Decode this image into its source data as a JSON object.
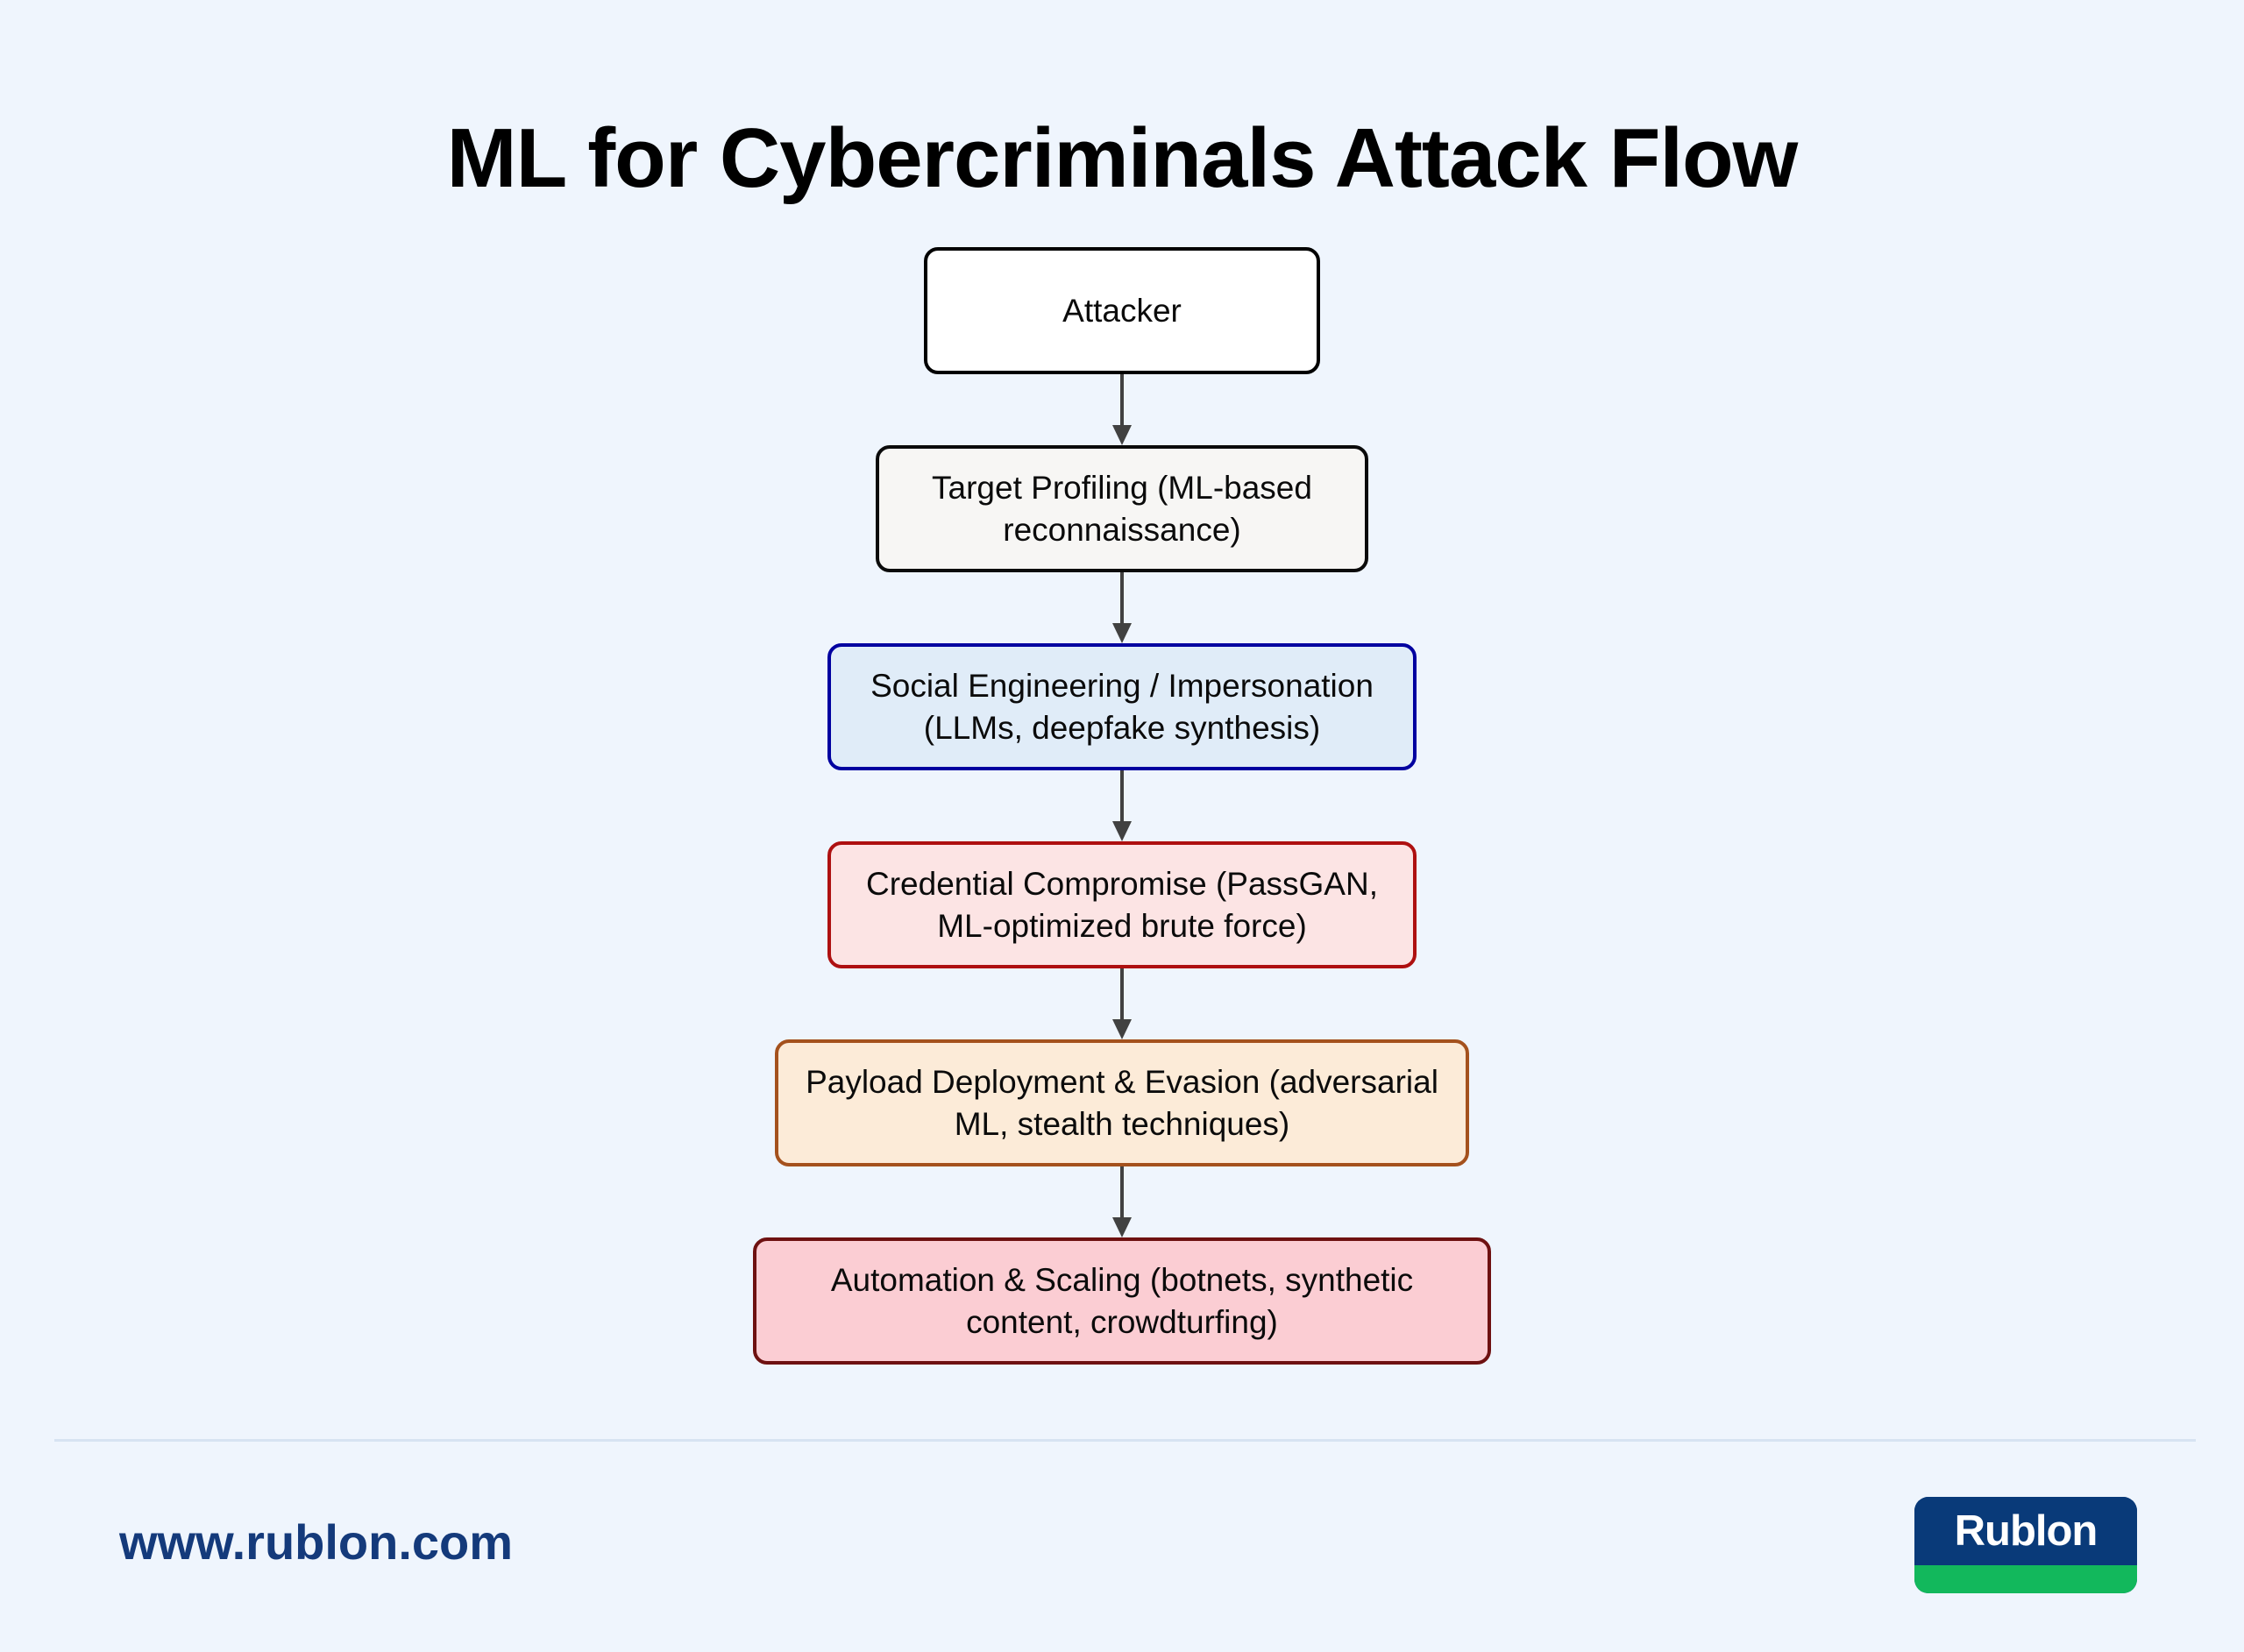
{
  "page": {
    "title": "ML for Cybercriminals Attack Flow",
    "background_color": "#eff5fd"
  },
  "diagram": {
    "type": "flowchart",
    "direction": "top-to-bottom",
    "nodes": [
      {
        "id": "attacker",
        "label": "Attacker",
        "fill": "#ffffff",
        "stroke": "#000000"
      },
      {
        "id": "target-profiling",
        "label": "Target Profiling (ML-based reconnaissance)",
        "fill": "#f7f6f4",
        "stroke": "#0b0b0b"
      },
      {
        "id": "social-engineering",
        "label": "Social Engineering / Impersonation (LLMs, deepfake synthesis)",
        "fill": "#e0ecf8",
        "stroke": "#0000a0"
      },
      {
        "id": "credential-compromise",
        "label": "Credential Compromise (PassGAN, ML-optimized brute force)",
        "fill": "#fce4e4",
        "stroke": "#ae1010"
      },
      {
        "id": "payload-deployment",
        "label": "Payload Deployment & Evasion (adversarial ML, stealth techniques)",
        "fill": "#fcebd8",
        "stroke": "#a4511d"
      },
      {
        "id": "automation-scaling",
        "label": "Automation & Scaling (botnets, synthetic content, crowdturfing)",
        "fill": "#fbcdd3",
        "stroke": "#6e1111"
      }
    ],
    "edges": [
      {
        "from": "attacker",
        "to": "target-profiling"
      },
      {
        "from": "target-profiling",
        "to": "social-engineering"
      },
      {
        "from": "social-engineering",
        "to": "credential-compromise"
      },
      {
        "from": "credential-compromise",
        "to": "payload-deployment"
      },
      {
        "from": "payload-deployment",
        "to": "automation-scaling"
      }
    ],
    "edge_color": "#414141"
  },
  "footer": {
    "url": "www.rublon.com",
    "url_color": "#143a7b",
    "logo": {
      "text": "Rublon",
      "background_color": "#093a79",
      "accent_color": "#12b85c",
      "text_color": "#ffffff"
    }
  }
}
